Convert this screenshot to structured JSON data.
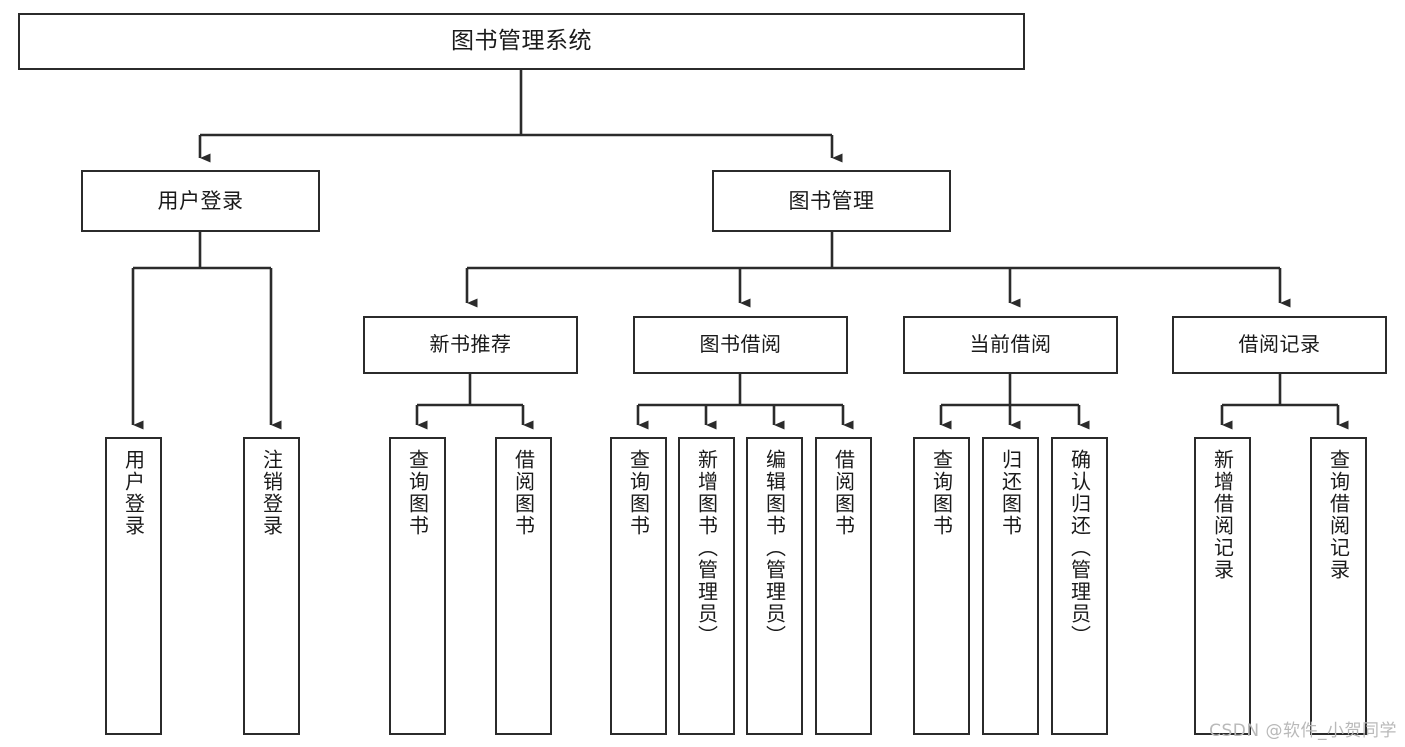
{
  "diagram": {
    "title": "图书管理系统",
    "type": "tree",
    "orientation": "top-down",
    "watermark": "CSDN @软件_小贺同学",
    "colors": {
      "box_border": "#2b2b2b",
      "box_fill": "#ffffff",
      "connector": "#2b2b2b",
      "text": "#1a1a1a",
      "watermark": "#b9b9b9",
      "background": "#ffffff"
    },
    "nodes": {
      "root": {
        "label": "图书管理系统"
      },
      "level2": [
        {
          "id": "user-login",
          "label": "用户登录"
        },
        {
          "id": "book-manage",
          "label": "图书管理"
        }
      ],
      "level3": [
        {
          "id": "new-book-recommend",
          "label": "新书推荐"
        },
        {
          "id": "book-borrow",
          "label": "图书借阅"
        },
        {
          "id": "current-borrow",
          "label": "当前借阅"
        },
        {
          "id": "borrow-record",
          "label": "借阅记录"
        }
      ],
      "leaves": {
        "user-login": [
          {
            "id": "leaf-user-login",
            "label": "用户登录"
          },
          {
            "id": "leaf-user-logout",
            "label": "注销登录"
          }
        ],
        "new-book-recommend": [
          {
            "id": "leaf-query-book-1",
            "label": "查询图书"
          },
          {
            "id": "leaf-borrow-book-1",
            "label": "借阅图书"
          }
        ],
        "book-borrow": [
          {
            "id": "leaf-query-book-2",
            "label": "查询图书"
          },
          {
            "id": "leaf-add-book",
            "label": "新增图书（管理员）"
          },
          {
            "id": "leaf-edit-book",
            "label": "编辑图书（管理员）"
          },
          {
            "id": "leaf-borrow-book-2",
            "label": "借阅图书"
          }
        ],
        "current-borrow": [
          {
            "id": "leaf-query-book-3",
            "label": "查询图书"
          },
          {
            "id": "leaf-return-book",
            "label": "归还图书"
          },
          {
            "id": "leaf-confirm-return",
            "label": "确认归还（管理员）"
          }
        ],
        "borrow-record": [
          {
            "id": "leaf-add-record",
            "label": "新增借阅记录"
          },
          {
            "id": "leaf-query-record",
            "label": "查询借阅记录"
          }
        ]
      }
    }
  }
}
